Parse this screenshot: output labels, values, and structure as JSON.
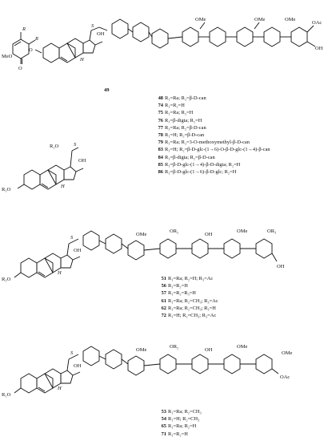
{
  "panel1": {
    "compound": "49",
    "labels": {
      "r1": "R",
      "r2": "R",
      "meo": "MeO",
      "o": "O",
      "o2": "O",
      "s": "S",
      "oh": "OH",
      "h": "H",
      "ome1": "OMe",
      "ome2": "OMe",
      "ome3": "OMe",
      "oac": "OAc",
      "oh2": "OH"
    }
  },
  "list1": [
    {
      "num": "48",
      "text": "R₁=Ra; R₂=β-D-can"
    },
    {
      "num": "74",
      "text": "R₁=R₂=H"
    },
    {
      "num": "75",
      "text": "R₁=Ra; R₂=H"
    },
    {
      "num": "76",
      "text": "R₁=β-digta; R₂=H"
    },
    {
      "num": "77",
      "text": "R₁=Ra; R₂=β-D-can"
    },
    {
      "num": "78",
      "text": "R₁=H; R₂=β-D-can"
    },
    {
      "num": "79",
      "text": "R₁=Ra; R₂=3-O-methoxymethyl-β-D-can"
    },
    {
      "num": "83",
      "text": "R₁=H; R₂=β-D-glc-(1→6)-O-β-D-glc-(1→4)-β-can"
    },
    {
      "num": "84",
      "text": "R₁=β-digta; R₂=β-D-can"
    },
    {
      "num": "85",
      "text": "R₁=β-D-glc-(1→4)-β-D-digta; R₂=H"
    },
    {
      "num": "86",
      "text": "R₁=β-D-glc-(1→6)-β-D-glc; R₂=H"
    }
  ],
  "panel2": {
    "labels": {
      "r2o": "R₂O",
      "r1o": "R₁O",
      "s": "S",
      "oh": "OH",
      "h": "H"
    }
  },
  "panel3": {
    "labels": {
      "r1o": "R₁O",
      "or2": "OR₂",
      "or3": "OR₃",
      "ome1": "OMe",
      "ome2": "OMe",
      "oh": "OH",
      "oh2": "OH",
      "oh3": "OH",
      "s": "S",
      "h": "H"
    }
  },
  "list2": [
    {
      "num": "51",
      "text": "R₁=Ra; R₂=H; R₃=Ac"
    },
    {
      "num": "56",
      "text": "R₁=R₂=H"
    },
    {
      "num": "57",
      "text": "R₁=R₂=R₃=H"
    },
    {
      "num": "61",
      "text": "R₁=Ra; R₂=CH₃; R₃=Ac"
    },
    {
      "num": "62",
      "text": "R₁=Ra; R₂=CH₃; R₃=H"
    },
    {
      "num": "72",
      "text": "R₁=H; R₂=CH₃; R₃=Ac"
    }
  ],
  "panel4": {
    "labels": {
      "r1o": "R₁O",
      "or2": "OR₂",
      "ome1": "OMe",
      "ome2": "OMe",
      "ome3": "OMe",
      "oac": "OAc",
      "oh": "OH",
      "oh2": "OH",
      "s": "S",
      "h": "H"
    }
  },
  "list3": [
    {
      "num": "53",
      "text": "R₁=Ra; R₂=CH₃"
    },
    {
      "num": "54",
      "text": "R₁=H; R₂=CH₃"
    },
    {
      "num": "65",
      "text": "R₁=Ra; R₂=H"
    },
    {
      "num": "71",
      "text": "R₁=R₂=H"
    }
  ]
}
